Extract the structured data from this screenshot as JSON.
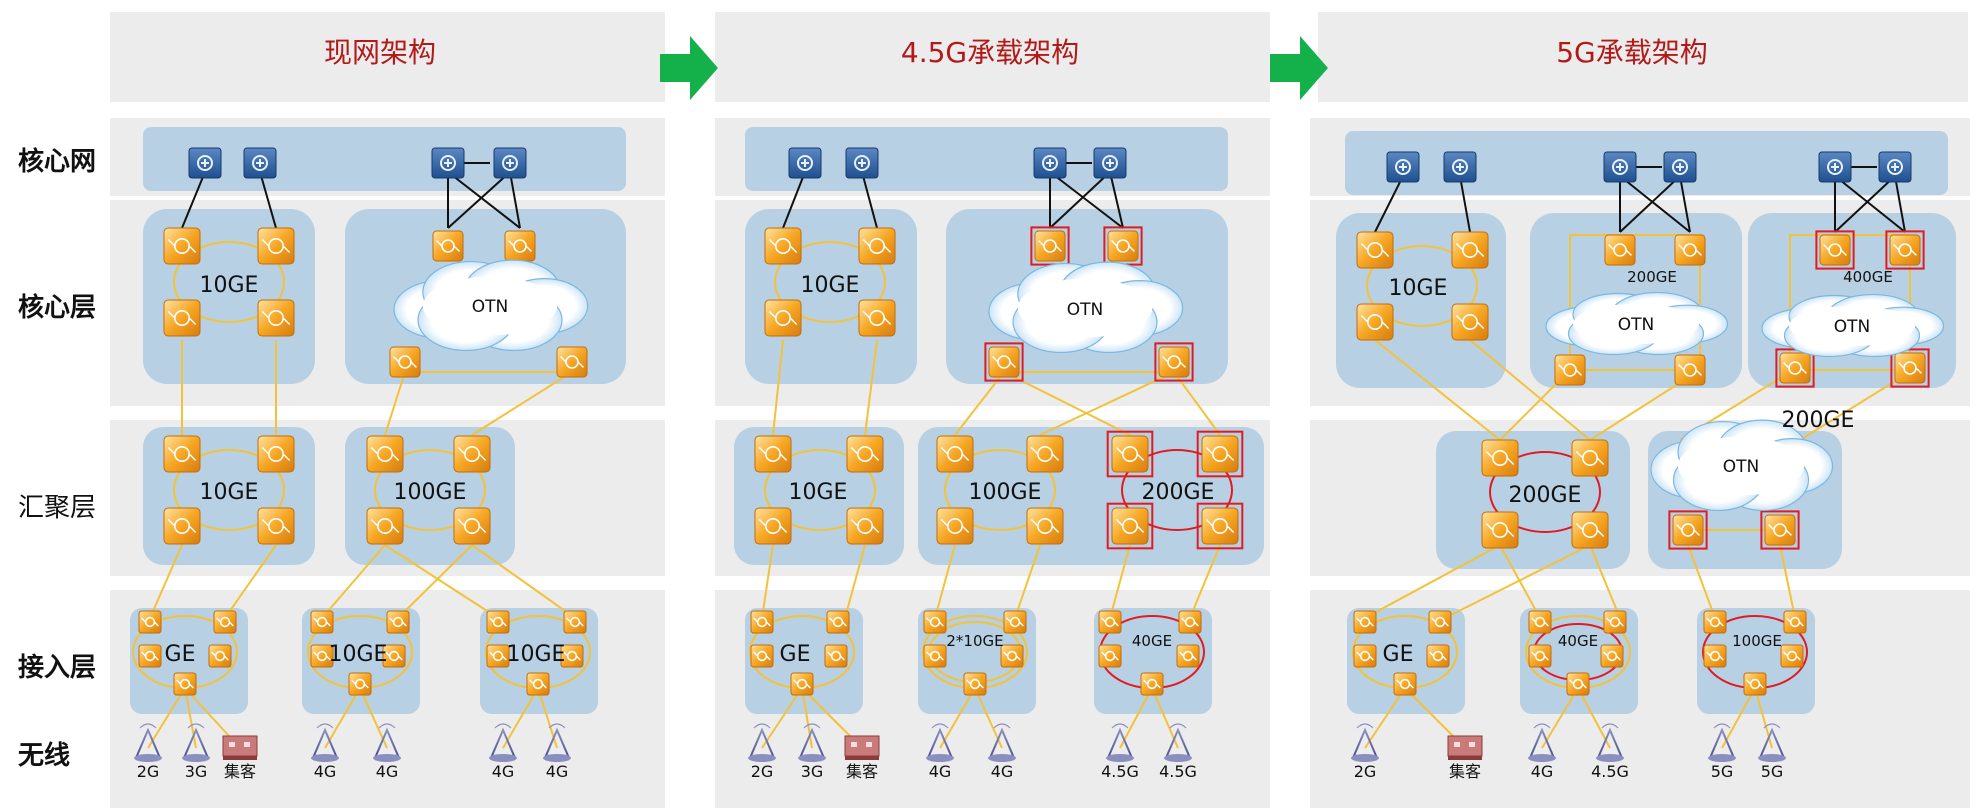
{
  "row_labels": {
    "core_net": "核心网",
    "core_layer": "核心层",
    "agg_layer": "汇聚层",
    "access_layer": "接入层",
    "wireless": "无线"
  },
  "columns": [
    {
      "title": "现网架构",
      "core_layer": [
        {
          "label": "10GE"
        },
        {
          "label": "OTN"
        }
      ],
      "agg_layer": [
        {
          "label": "10GE"
        },
        {
          "label": "100GE"
        }
      ],
      "access_layer": [
        {
          "label": "GE"
        },
        {
          "label": "10GE"
        },
        {
          "label": "10GE"
        }
      ],
      "wireless": [
        "2G",
        "3G",
        "集客",
        "4G",
        "4G",
        "4G",
        "4G"
      ]
    },
    {
      "title": "4.5G承载架构",
      "core_layer": [
        {
          "label": "10GE"
        },
        {
          "label": "OTN"
        }
      ],
      "agg_layer": [
        {
          "label": "10GE"
        },
        {
          "label": "100GE"
        },
        {
          "label": "200GE"
        }
      ],
      "access_layer": [
        {
          "label": "GE"
        },
        {
          "label": "2*10GE"
        },
        {
          "label": "40GE"
        }
      ],
      "wireless": [
        "2G",
        "3G",
        "集客",
        "4G",
        "4G",
        "4.5G",
        "4.5G"
      ]
    },
    {
      "title": "5G承载架构",
      "core_layer": [
        {
          "label": "10GE"
        },
        {
          "label": "200GE",
          "cloud": "OTN"
        },
        {
          "label": "400GE",
          "cloud": "OTN"
        }
      ],
      "agg_layer": [
        {
          "label": "200GE"
        },
        {
          "label": "OTN"
        }
      ],
      "agg_extra_label": "200GE",
      "access_layer": [
        {
          "label": "GE"
        },
        {
          "label": "40GE"
        },
        {
          "label": "100GE"
        }
      ],
      "wireless": [
        "2G",
        "集客",
        "4G",
        "4.5G",
        "5G",
        "5G"
      ]
    }
  ],
  "colors": {
    "title_text": "#b21a1a",
    "band_bg": "#ececec",
    "group_bg": "#b7d0e3",
    "link": "#f2c23a",
    "highlight": "#e01b24",
    "arrow": "#14b14b"
  }
}
